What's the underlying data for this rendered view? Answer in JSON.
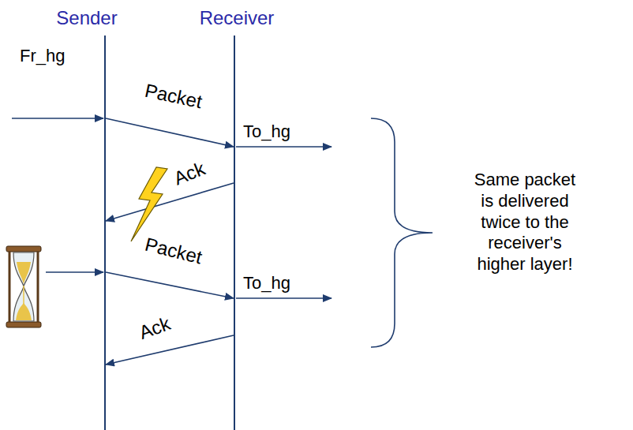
{
  "diagram": {
    "nodes": [
      {
        "text": [
          "Sender"
        ]
      },
      {
        "text": [
          "Receiver"
        ]
      }
    ],
    "edges": [
      {
        "from": 0,
        "to": 1,
        "label": "Packet",
        "arrow": "to"
      },
      {
        "from": 1,
        "to": 0,
        "label": "Ack",
        "arrow": "to"
      },
      {
        "from": 0,
        "to": 1,
        "label": "Packet",
        "arrow": "to"
      },
      {
        "from": 1,
        "to": 0,
        "label": "Ack",
        "arrow": "to"
      }
    ],
    "labels": [
      "Fr_hg",
      "To_hg",
      "To_hg",
      "Same packet is delivered twice to the receiver's higher layer!"
    ]
  }
}
